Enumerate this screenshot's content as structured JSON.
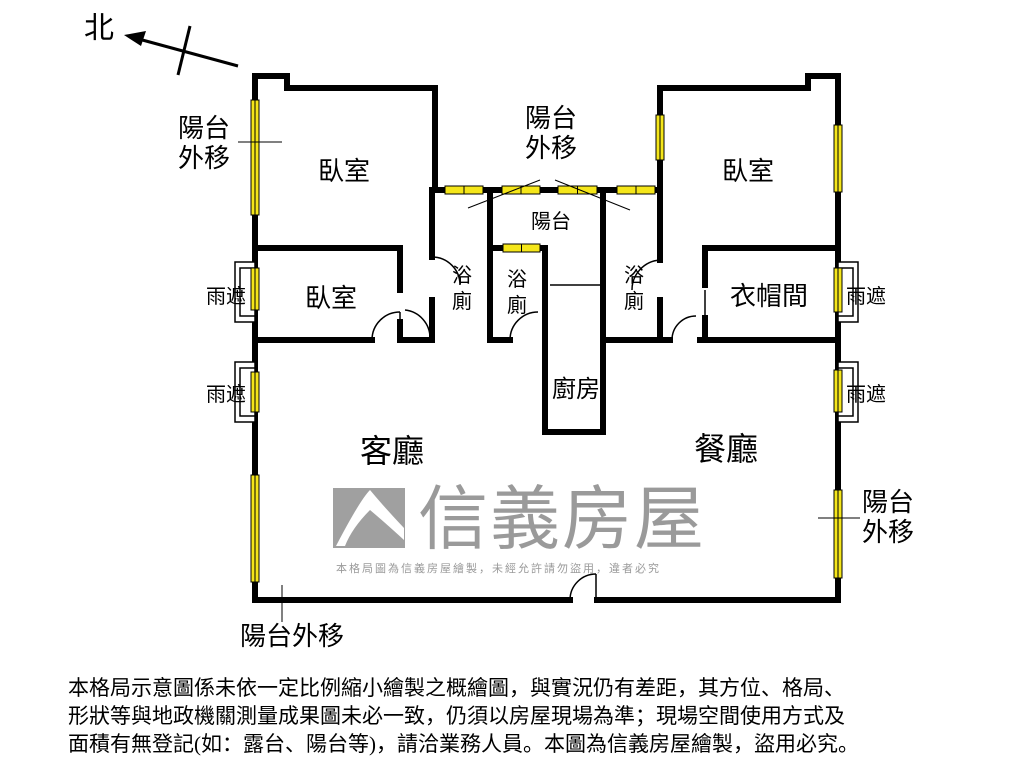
{
  "compass": {
    "label": "北"
  },
  "rooms": {
    "bedroom_top_left": "臥室",
    "bedroom_top_right": "臥室",
    "bedroom_small": "臥室",
    "balcony_center": "陽台",
    "bath_1": [
      "浴",
      "廁"
    ],
    "bath_2": [
      "浴",
      "廁"
    ],
    "bath_3": [
      "浴",
      "廁"
    ],
    "closet": "衣帽間",
    "kitchen": "廚房",
    "living_room": "客廳",
    "dining_room": "餐廳"
  },
  "annotations": {
    "balcony_moved_left": [
      "陽台",
      "外移"
    ],
    "balcony_moved_top": [
      "陽台",
      "外移"
    ],
    "balcony_moved_right": [
      "陽台",
      "外移"
    ],
    "balcony_moved_bottom": "陽台外移",
    "awning": "雨遮"
  },
  "watermark": {
    "brand": "信義房屋",
    "notice": "本格局圖為信義房屋繪製，未經允許請勿盜用，違者必究"
  },
  "disclaimer": [
    "本格局示意圖係未依一定比例縮小繪製之概繪圖，與實況仍有差距，其方位、格局、",
    "形狀等與地政機關測量成果圖未必一致，仍須以房屋現場為準；現場空間使用方式及",
    "面積有無登記(如：露台、陽台等)，請洽業務人員。本圖為信義房屋繪製，盜用必究。"
  ],
  "colors": {
    "wall": "#000000",
    "window": "#f5e61a",
    "watermark": "#9a9a9a"
  }
}
